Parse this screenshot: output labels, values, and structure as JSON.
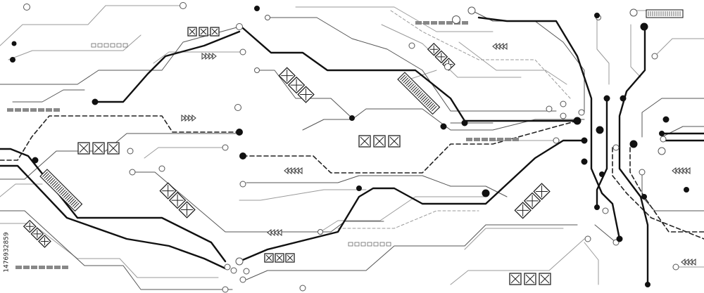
{
  "colors": {
    "background": "#ffffff",
    "thick": "#111111",
    "thin": "#555555",
    "light": "#9a9a9a",
    "dashed": "#222222",
    "bar": "#888888"
  },
  "icons": {
    "trace": "circuit-trace",
    "pad": "solder-pad",
    "chip": "ic-chip",
    "box-cross": "crossed-box",
    "arrows": "arrow-chevrons",
    "dash-bar": "gray-dash-bar",
    "dot-row": "small-square-row"
  },
  "stock_id": "1476932859"
}
